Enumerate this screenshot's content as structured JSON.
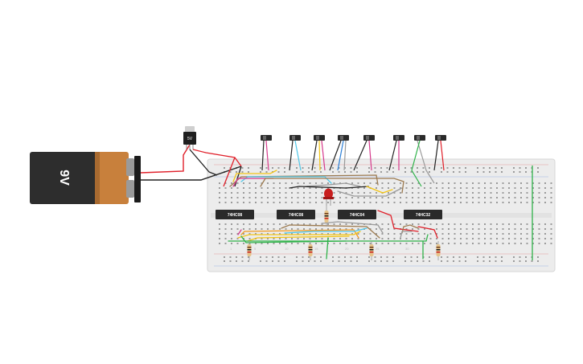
{
  "battery": {
    "label": "9V"
  },
  "regulator": {
    "label": "5V"
  },
  "chips": [
    {
      "label": "74HC08"
    },
    {
      "label": "74HC08"
    },
    {
      "label": "74HC04"
    },
    {
      "label": "74HC32"
    }
  ],
  "breadboard": {
    "column_numbers": [
      "1",
      "5",
      "10",
      "15",
      "20",
      "25",
      "30"
    ]
  },
  "colors": {
    "battery_body": "#2d2d2d",
    "battery_cap": "#c8803c",
    "breadboard": "#ececec",
    "chip": "#2a2a2a",
    "wire_red": "#e0202a",
    "wire_black": "#222222",
    "wire_pink": "#d63a8c",
    "wire_yellow": "#f2c416",
    "wire_orange": "#f29a1e",
    "wire_green": "#2fb34a",
    "wire_blue": "#2b7fd6",
    "wire_cyan": "#4fc6e8",
    "wire_brown": "#9c7a4f",
    "wire_gray": "#9a9a9a",
    "led": "#c81e1e"
  }
}
